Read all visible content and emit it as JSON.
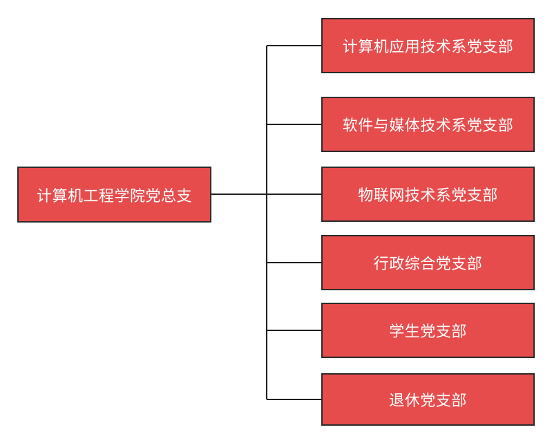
{
  "colors": {
    "node_fill": "#e64c4c",
    "node_border": "#2b2b2b",
    "connector": "#1f1f1f",
    "text": "#ffffff"
  },
  "diagram": {
    "root": {
      "label": "计算机工程学院党总支"
    },
    "children": [
      {
        "label": "计算机应用技术系党支部"
      },
      {
        "label": "软件与媒体技术系党支部"
      },
      {
        "label": "物联网技术系党支部"
      },
      {
        "label": "行政综合党支部"
      },
      {
        "label": "学生党支部"
      },
      {
        "label": "退休党支部"
      }
    ]
  }
}
